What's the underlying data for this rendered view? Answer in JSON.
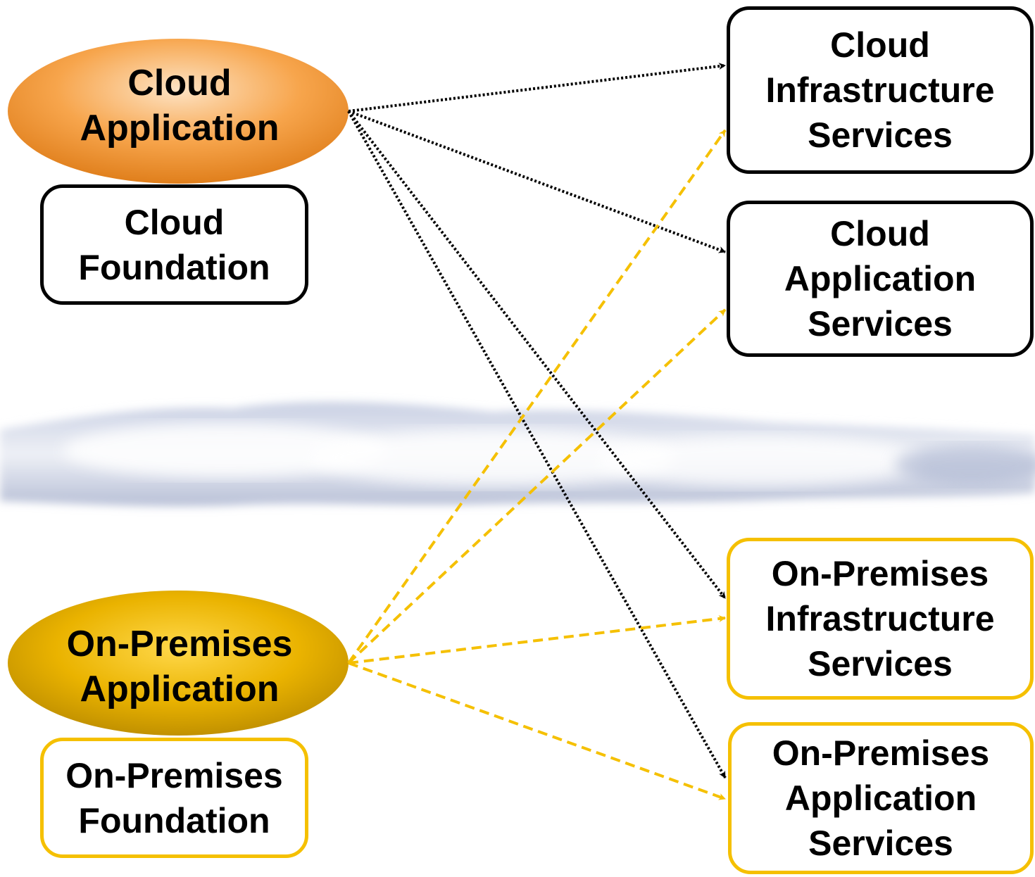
{
  "colors": {
    "cloud_line": "#000000",
    "onprem_line": "#f5c000",
    "cloud_ellipse": "#f59a3a",
    "onprem_ellipse": "#e9b400"
  },
  "cloud_application": {
    "line1": "Cloud",
    "line2": "Application"
  },
  "cloud_foundation": {
    "line1": "Cloud",
    "line2": "Foundation"
  },
  "onprem_application": {
    "line1": "On-Premises",
    "line2": "Application"
  },
  "onprem_foundation": {
    "line1": "On-Premises",
    "line2": "Foundation"
  },
  "services": {
    "cloud_infra": {
      "line1": "Cloud",
      "line2": "Infrastructure",
      "line3": "Services"
    },
    "cloud_app": {
      "line1": "Cloud",
      "line2": "Application",
      "line3": "Services"
    },
    "onprem_infra": {
      "line1": "On-Premises",
      "line2": "Infrastructure",
      "line3": "Services"
    },
    "onprem_app": {
      "line1": "On-Premises",
      "line2": "Application",
      "line3": "Services"
    }
  },
  "connections": [
    {
      "from": "cloud_application",
      "to": "cloud_infra",
      "style": "dotted"
    },
    {
      "from": "cloud_application",
      "to": "cloud_app",
      "style": "dotted"
    },
    {
      "from": "cloud_application",
      "to": "onprem_infra",
      "style": "dotted"
    },
    {
      "from": "cloud_application",
      "to": "onprem_app",
      "style": "dotted"
    },
    {
      "from": "onprem_application",
      "to": "cloud_infra",
      "style": "dashed"
    },
    {
      "from": "onprem_application",
      "to": "cloud_app",
      "style": "dashed"
    },
    {
      "from": "onprem_application",
      "to": "onprem_infra",
      "style": "dashed"
    },
    {
      "from": "onprem_application",
      "to": "onprem_app",
      "style": "dashed"
    }
  ]
}
